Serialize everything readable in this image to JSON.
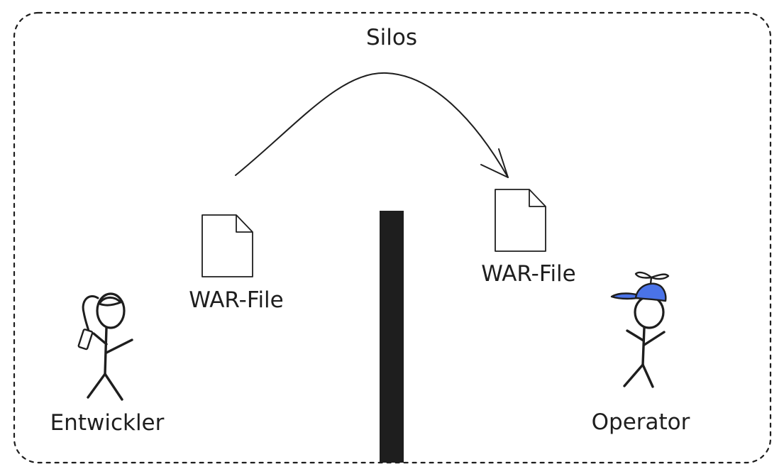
{
  "diagram": {
    "title": "Silos",
    "dev_file_label": "WAR-File",
    "ops_file_label": "WAR-File",
    "developer_label": "Entwickler",
    "operator_label": "Operator"
  },
  "colors": {
    "ink": "#1e1e1e",
    "cap_blue": "#4a73e8",
    "wall": "#1e1e1e",
    "background": "#ffffff"
  },
  "icons": {
    "file": "document-icon",
    "developer": "stick-figure-with-phone",
    "operator": "stick-figure-with-propeller-cap"
  }
}
